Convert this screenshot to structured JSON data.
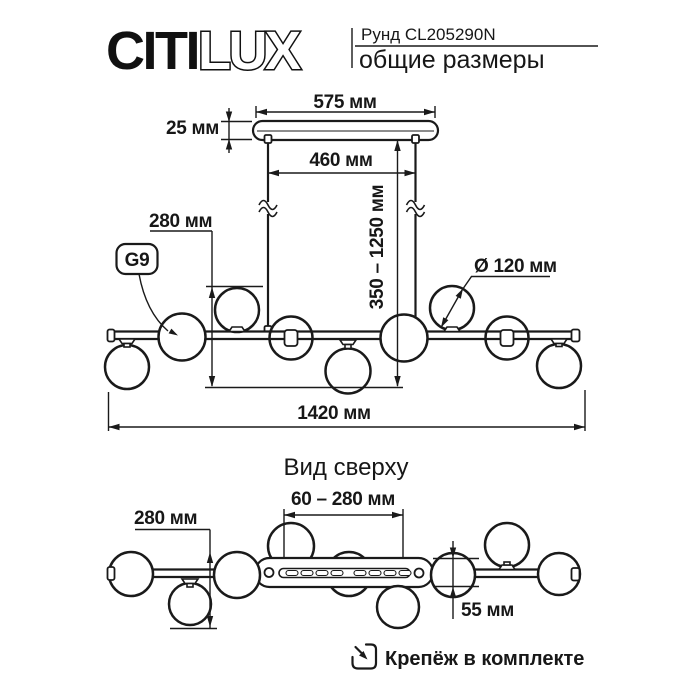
{
  "header": {
    "logo_primary": "CITI",
    "logo_secondary": "LUX",
    "model": "Рунд CL205290N",
    "subtitle": "общие размеры"
  },
  "front_view": {
    "dim_canopy_width": "575 мм",
    "dim_canopy_height": "25 мм",
    "dim_rod_spacing": "460 мм",
    "dim_hanging_height": "350 – 1250 мм",
    "dim_body_height": "280 мм",
    "socket_label": "G9",
    "dim_globe_diameter": "Ø 120 мм",
    "dim_total_width": "1420 мм"
  },
  "top_view": {
    "title": "Вид сверху",
    "dim_mount_slot_range": "60 – 280 мм",
    "dim_body_depth": "280 мм",
    "dim_plate_width": "55 мм"
  },
  "footer": {
    "note": "Крепёж в комплекте"
  },
  "colors": {
    "line": "#1a1a1a",
    "background": "#ffffff"
  }
}
